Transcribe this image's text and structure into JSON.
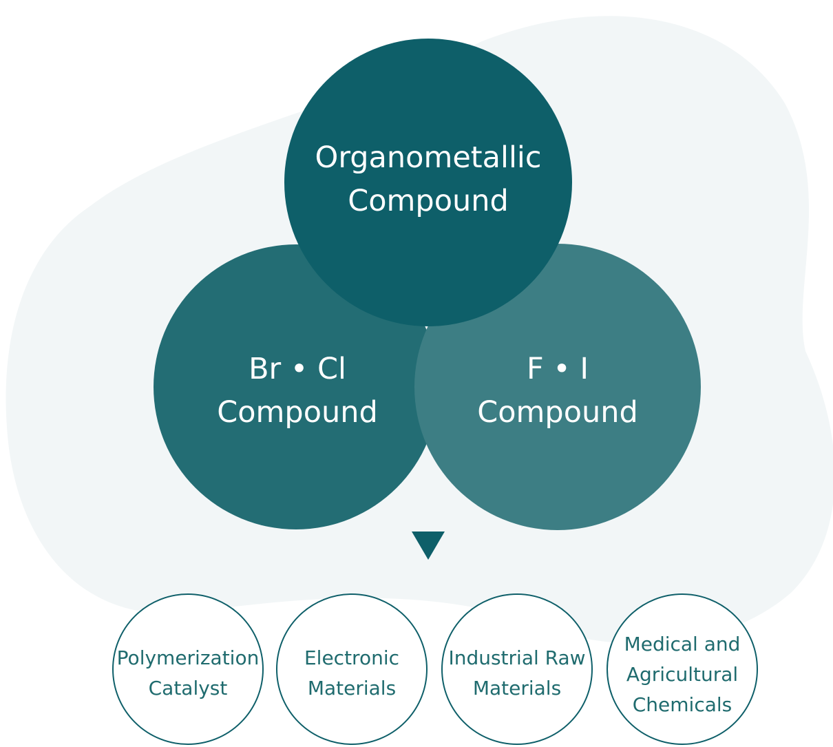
{
  "colors": {
    "background_blob": "#f2f6f7",
    "organometallic_fill": "#0e5f69",
    "br_cl_fill": "#236d74",
    "f_i_fill": "#3d7e84",
    "arrow_fill": "#0e5f69",
    "application_stroke": "#0e5f69",
    "application_text": "#1f6b6e"
  },
  "compounds": [
    {
      "line1": "Organometallic",
      "line2": "Compound"
    },
    {
      "line1": "Br • Cl",
      "line2": "Compound"
    },
    {
      "line1": "F • I",
      "line2": "Compound"
    }
  ],
  "arrow_icon": "down-triangle-icon",
  "applications": [
    {
      "lines": [
        "Polymerization",
        "Catalyst"
      ]
    },
    {
      "lines": [
        "Electronic",
        "Materials"
      ]
    },
    {
      "lines": [
        "Industrial Raw",
        "Materials"
      ]
    },
    {
      "lines": [
        "Medical and",
        "Agricultural",
        "Chemicals"
      ]
    }
  ]
}
